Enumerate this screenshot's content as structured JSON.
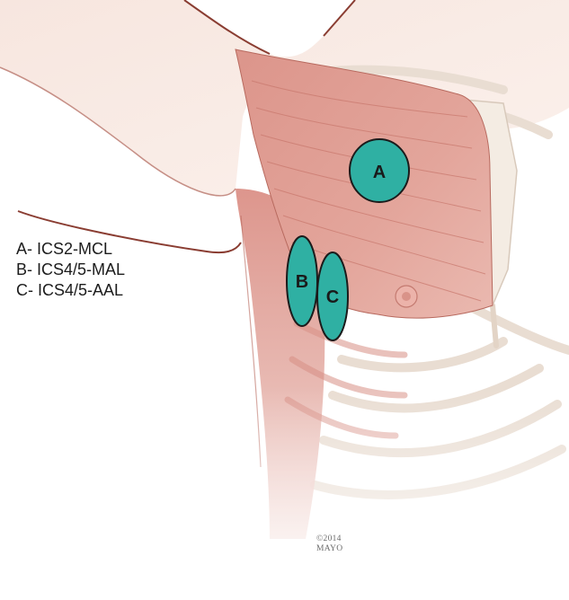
{
  "markers": [
    {
      "letter": "A",
      "name": "ICS2-MCL"
    },
    {
      "letter": "B",
      "name": "ICS4/5-MAL"
    },
    {
      "letter": "C",
      "name": "ICS4/5-AAL"
    }
  ],
  "legend": [
    {
      "text": "A- ICS2-MCL"
    },
    {
      "text": "B- ICS4/5-MAL"
    },
    {
      "text": "C- ICS4/5-AAL"
    }
  ],
  "copyright": {
    "line1": "©2014",
    "line2": "MAYO"
  },
  "colors": {
    "marker_fill": "#2fb0a3",
    "marker_stroke": "#1b1b1b",
    "muscle": "#d98a80",
    "bone": "#f4ece3",
    "skin": "#f6e3dc",
    "outline": "#8a3d32"
  }
}
